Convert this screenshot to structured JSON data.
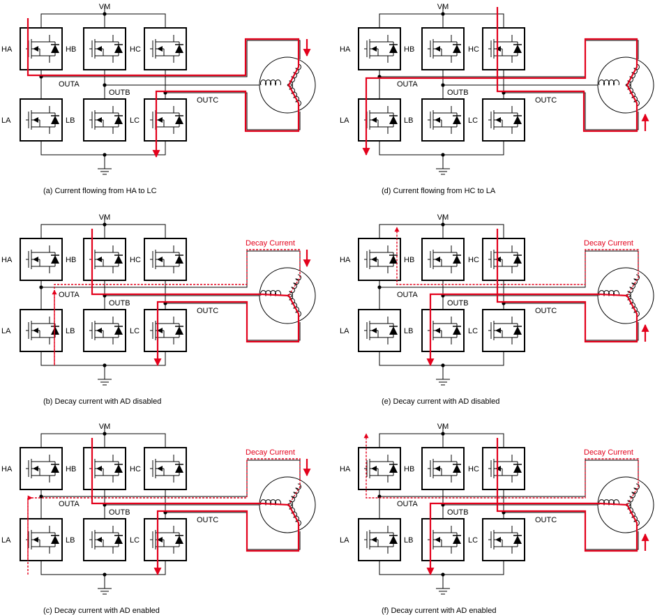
{
  "labels": {
    "vm": "VM",
    "ha": "HA",
    "hb": "HB",
    "hc": "HC",
    "la": "LA",
    "lb": "LB",
    "lc": "LC",
    "outa": "OUTA",
    "outb": "OUTB",
    "outc": "OUTC",
    "decay": "Decay Current"
  },
  "colors": {
    "wire": "#000000",
    "current": "#e3001b"
  },
  "panels": [
    {
      "id": "a",
      "caption": "(a) Current flowing from HA to LC",
      "mode": "ha-lc",
      "decay_label": false
    },
    {
      "id": "d",
      "caption": "(d) Current flowing from HC to LA",
      "mode": "hc-la",
      "decay_label": false
    },
    {
      "id": "b",
      "caption": "(b) Decay current with AD disabled",
      "mode": "decay-dis-left",
      "decay_label": true
    },
    {
      "id": "e",
      "caption": "(e) Decay current with AD disabled",
      "mode": "decay-dis-right",
      "decay_label": true
    },
    {
      "id": "c",
      "caption": "(c) Decay current with AD enabled",
      "mode": "decay-en-left",
      "decay_label": true
    },
    {
      "id": "f",
      "caption": "(f) Decay current with AD enabled",
      "mode": "decay-en-right",
      "decay_label": true
    }
  ]
}
